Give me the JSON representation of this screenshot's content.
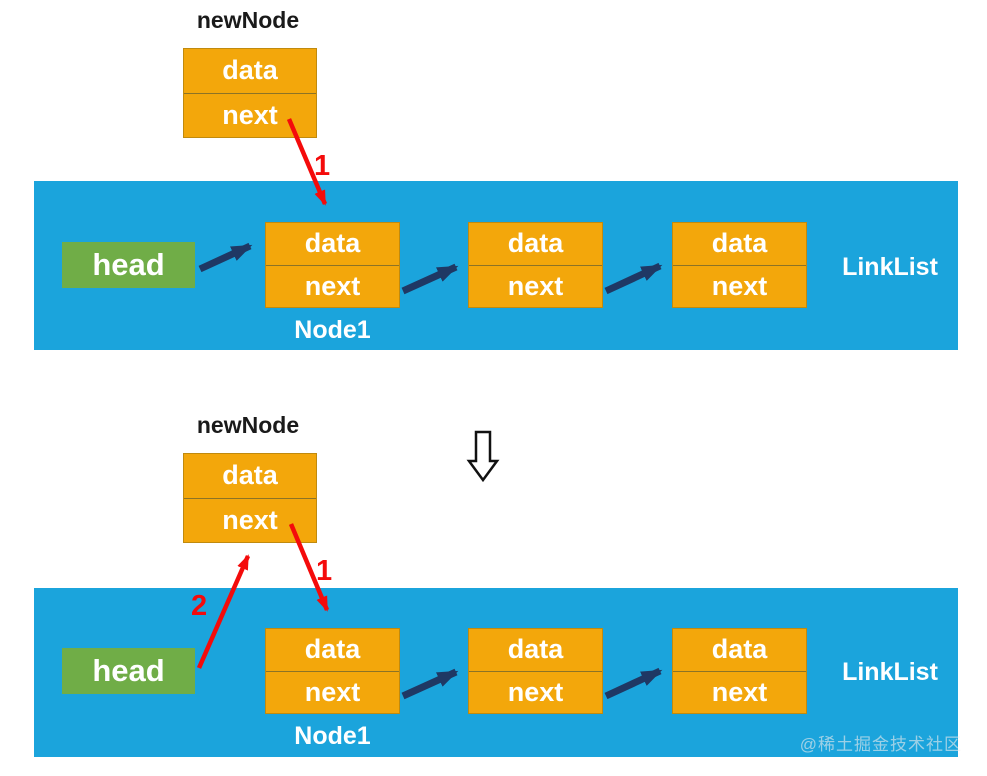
{
  "diagram": {
    "cell_labels": {
      "data": "data",
      "next": "next"
    },
    "panels": [
      {
        "new_node_title": "newNode",
        "head_label": "head",
        "node1_caption": "Node1",
        "linklist_label": "LinkList",
        "steps": {
          "s1": "1"
        }
      },
      {
        "new_node_title": "newNode",
        "head_label": "head",
        "node1_caption": "Node1",
        "linklist_label": "LinkList",
        "steps": {
          "s1": "1",
          "s2": "2"
        }
      }
    ],
    "watermark": "@稀土掘金技术社区",
    "icons": {
      "transition_arrow": "down-hollow-arrow-icon"
    },
    "colors": {
      "band_blue": "#1BA4DC",
      "node_orange": "#F3A70B",
      "node_border": "#C08A0E",
      "head_green": "#70AD47",
      "link_arrow_navy": "#1F3864",
      "step_arrow_red": "#F40B0B",
      "new_node_text": "#1A1A1A",
      "cell_text": "#FFFFFF"
    }
  }
}
